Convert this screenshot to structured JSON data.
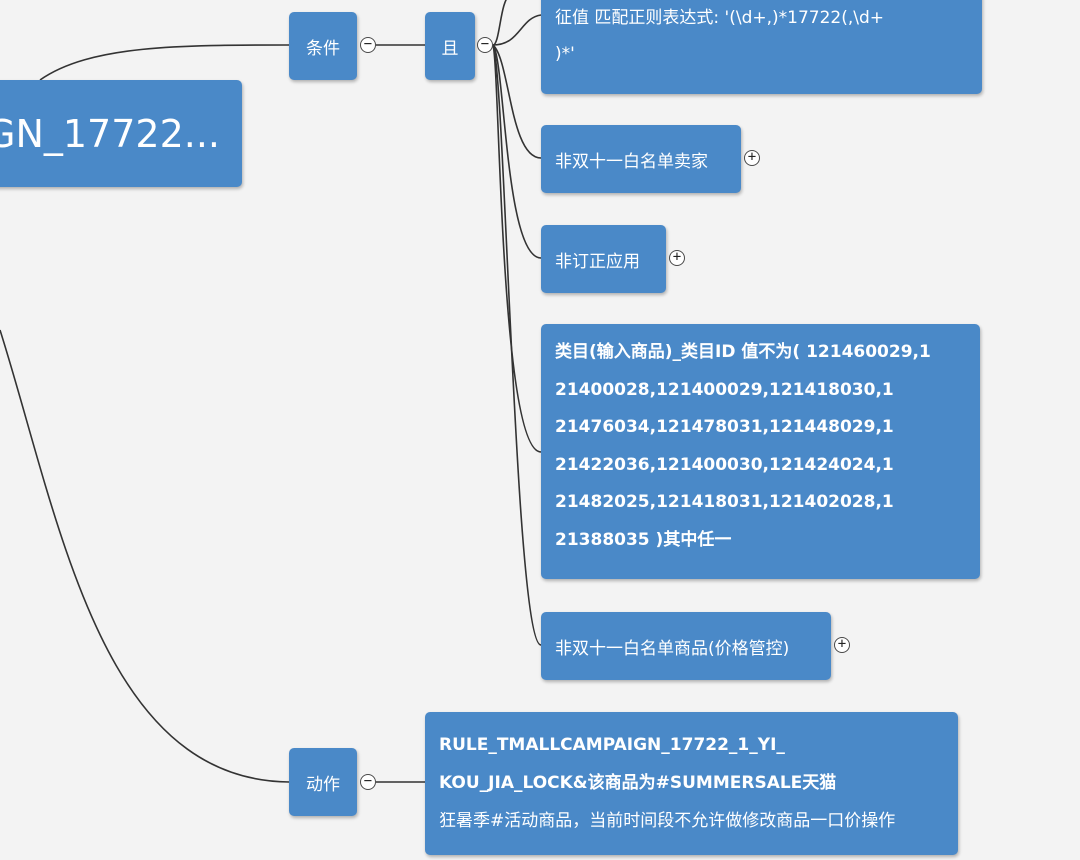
{
  "root": {
    "label": "GN_17722..."
  },
  "condition": {
    "label": "条件",
    "toggle": "−"
  },
  "and": {
    "label": "且",
    "toggle": "−"
  },
  "rules": {
    "regex": {
      "line1": "征值 匹配正则表达式: '(\\d+,)*17722(,\\d+",
      "line2": ")*'"
    },
    "seller_whitelist": {
      "label": "非双十一白名单卖家",
      "toggle": "+"
    },
    "non_correction": {
      "label": "非订正应用",
      "toggle": "+"
    },
    "category": {
      "lines": [
        "类目(输入商品)_类目ID 值不为( 121460029,1",
        "21400028,121400029,121418030,1",
        "21476034,121478031,121448029,1",
        "21422036,121400030,121424024,1",
        "21482025,121418031,121402028,1",
        "21388035 )其中任一"
      ]
    },
    "item_whitelist": {
      "label": "非双十一白名单商品(价格管控)",
      "toggle": "+"
    }
  },
  "action": {
    "label": "动作",
    "toggle": "−",
    "detail": {
      "line1": "RULE_TMALLCAMPAIGN_17722_1_YI_",
      "line2": "KOU_JIA_LOCK&该商品为#SUMMERSALE天猫",
      "line3": "狂暑季#活动商品，当前时间段不允许做修改商品一口价操作"
    }
  }
}
